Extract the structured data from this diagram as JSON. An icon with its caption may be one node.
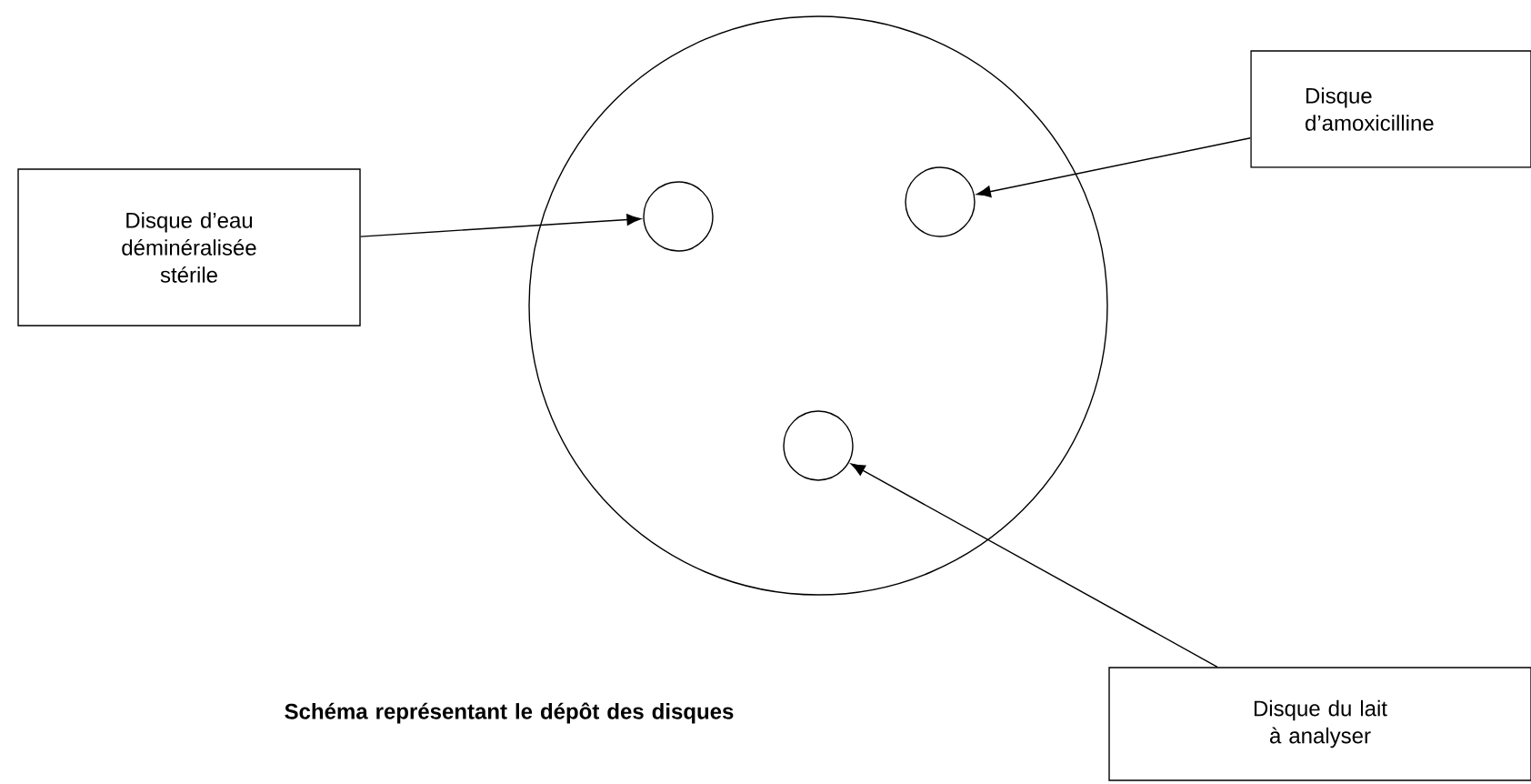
{
  "diagram": {
    "caption": "Schéma représentant le dépôt des disques",
    "nodes": [
      {
        "text": [],
        "shape": "circle"
      },
      {
        "text": [],
        "shape": "circle",
        "in": 0
      },
      {
        "text": [],
        "shape": "circle",
        "in": 0
      },
      {
        "text": [],
        "shape": "circle",
        "in": 0
      },
      {
        "text": [
          "Disque d’eau déminéralisée stérile"
        ]
      },
      {
        "text": [
          "Disque d’amoxicilline"
        ]
      },
      {
        "text": [
          "Disque du lait à analyser"
        ]
      }
    ],
    "edges": [
      {
        "from": 4,
        "to": 1,
        "arrow": "to"
      },
      {
        "from": 5,
        "to": 2,
        "arrow": "to"
      },
      {
        "from": 6,
        "to": 3,
        "arrow": "to"
      }
    ]
  }
}
